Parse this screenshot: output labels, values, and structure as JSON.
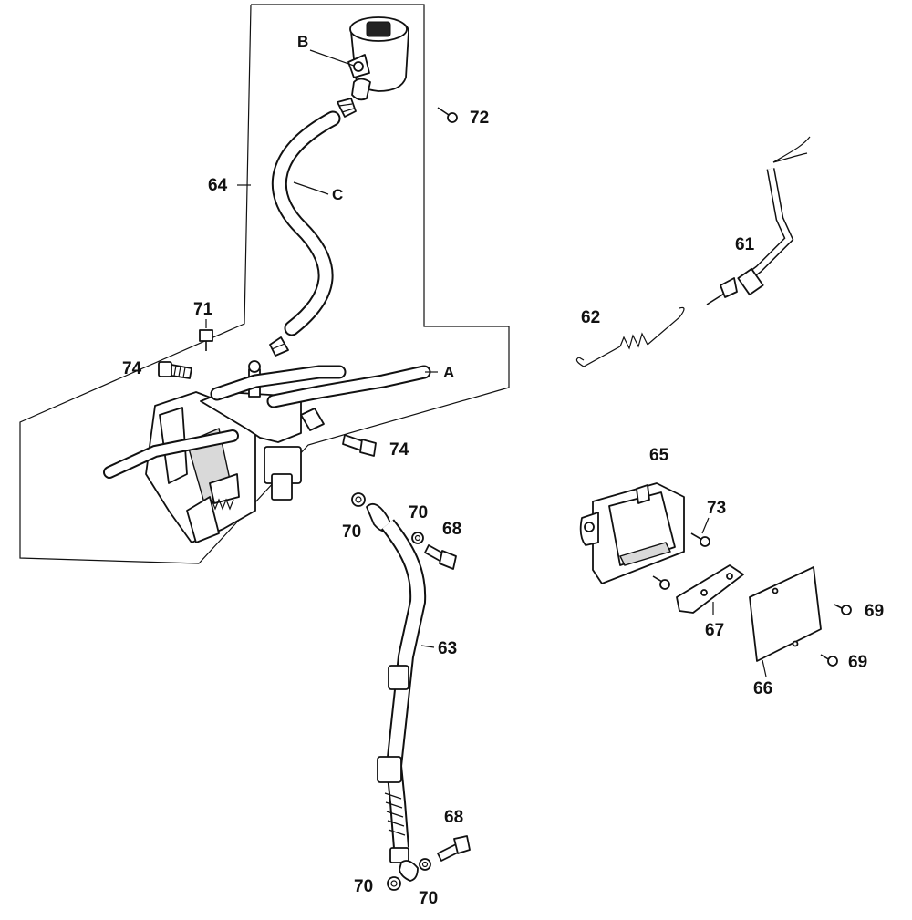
{
  "diagram": {
    "labels": {
      "B": "B",
      "C": "C",
      "A": "A",
      "n64": "64",
      "n72": "72",
      "n71": "71",
      "n74a": "74",
      "n74b": "74",
      "n61": "61",
      "n62": "62",
      "n65": "65",
      "n73": "73",
      "n70a": "70",
      "n70b": "70",
      "n68a": "68",
      "n63": "63",
      "n67": "67",
      "n69a": "69",
      "n69b": "69",
      "n66": "66",
      "n68b": "68",
      "n70c": "70",
      "n70d": "70"
    }
  }
}
